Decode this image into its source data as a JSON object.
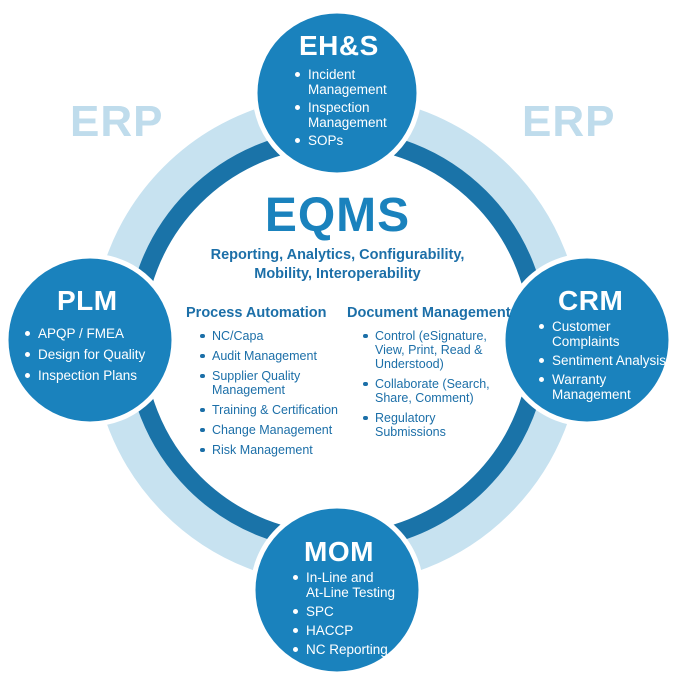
{
  "background": {
    "erp_left": "ERP",
    "erp_right": "ERP"
  },
  "center": {
    "title": "EQMS",
    "subtitle": "Reporting, Analytics, Configurability, Mobility, Interoperability",
    "process_automation": {
      "title": "Process Automation",
      "items": [
        "NC/Capa",
        "Audit Management",
        "Supplier Quality\nManagement",
        "Training & Certification",
        "Change Management",
        "Risk Management"
      ]
    },
    "document_management": {
      "title": "Document Management",
      "items": [
        "Control (eSignature,\nView, Print, Read &\nUnderstood)",
        "Collaborate (Search,\nShare, Comment)",
        "Regulatory\nSubmissions"
      ]
    }
  },
  "nodes": {
    "ehs": {
      "title": "EH&S",
      "items": [
        "Incident\nManagement",
        "Inspection\nManagement",
        "SOPs"
      ]
    },
    "plm": {
      "title": "PLM",
      "items": [
        "APQP / FMEA",
        "Design for Quality",
        "Inspection Plans"
      ]
    },
    "crm": {
      "title": "CRM",
      "items": [
        "Customer\nComplaints",
        "Sentiment Analysis",
        "Warranty\nManagement"
      ]
    },
    "mom": {
      "title": "MOM",
      "items": [
        "In-Line and\nAt-Line Testing",
        "SPC",
        "HACCP",
        "NC Reporting"
      ]
    }
  },
  "colors": {
    "outer_ring": "#c7e2f0",
    "inner_ring": "#1a73a8",
    "node_fill": "#1a82bd",
    "node_stroke": "#ffffff",
    "erp_text": "#bfdcec",
    "center_text": "#1a82bd"
  }
}
